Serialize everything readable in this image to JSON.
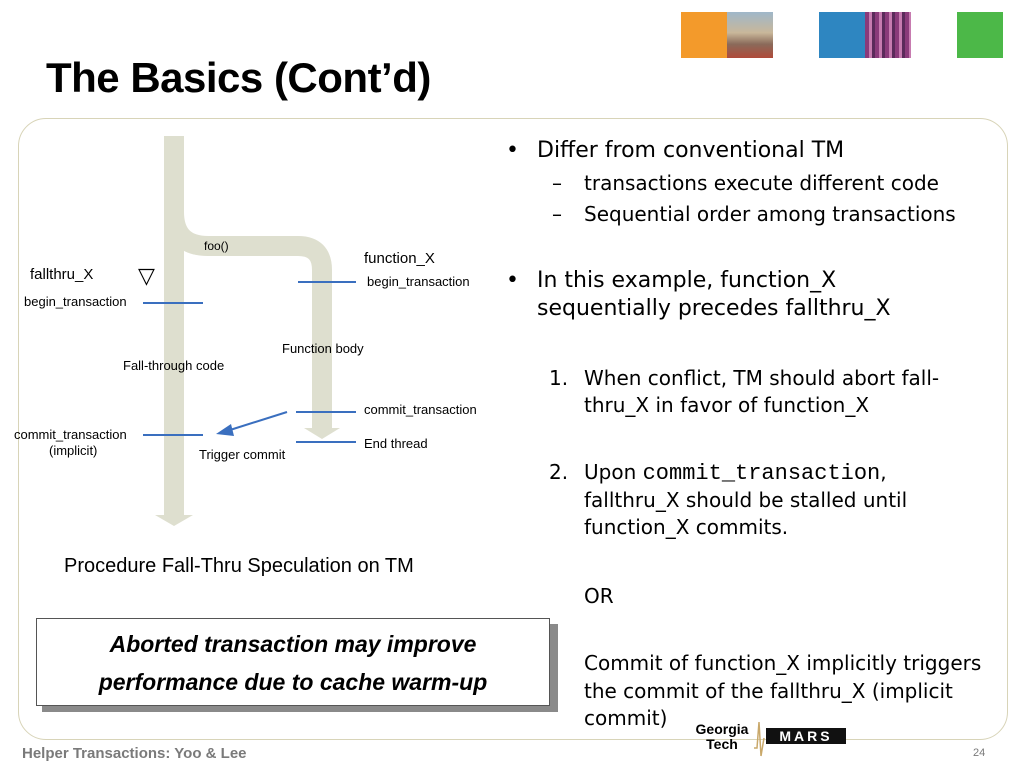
{
  "slide": {
    "title": "The Basics (Cont’d)",
    "footer": "Helper Transactions: Yoo & Lee",
    "page_number": "24"
  },
  "header_squares": {
    "colors": [
      "#f39a2b",
      "#2e86c1",
      "#4cb848"
    ]
  },
  "diagram": {
    "foo_label": "foo()",
    "function_x_label": "function_X",
    "fallthru_x_label": "fallthru_X",
    "begin_transaction_left": "begin_transaction",
    "begin_transaction_right": "begin_transaction",
    "function_body": "Function body",
    "fallthrough_code": "Fall-through code",
    "commit_transaction_right": "commit_transaction",
    "commit_transaction_left": "commit_transaction",
    "implicit": "(implicit)",
    "end_thread": "End thread",
    "trigger_commit": "Trigger commit",
    "marker_glyph": "▽",
    "caption": "Procedure Fall-Thru Speculation on TM",
    "path_color": "#dedfcf",
    "line_color": "#3a6fbf"
  },
  "callout": {
    "line1": "Aborted transaction may improve",
    "line2": "performance due to cache warm-up"
  },
  "bullets": {
    "b1": "Differ from conventional TM",
    "b1_sub1": "transactions execute different code",
    "b1_sub2": "Sequential order among transactions",
    "b2_line1": "In this example, function_X",
    "b2_line2": "sequentially precedes fallthru_X",
    "n1_num": "1.",
    "n1_line1": "When conflict, TM should abort fall-",
    "n1_line2": "thru_X in favor of function_X",
    "n2_num": "2.",
    "n2_pre": "Upon ",
    "n2_code": "commit_transaction",
    "n2_post": ",",
    "n2_line2": "fallthru_X should be stalled until",
    "n2_line3": "function_X commits.",
    "or": "OR",
    "c_line1": "Commit of function_X implicitly triggers",
    "c_line2": "the commit of the fallthru_X (implicit",
    "c_line3": "commit)"
  },
  "logos": {
    "georgia": "Georgia",
    "tech": "Tech",
    "mars": "MARS"
  }
}
